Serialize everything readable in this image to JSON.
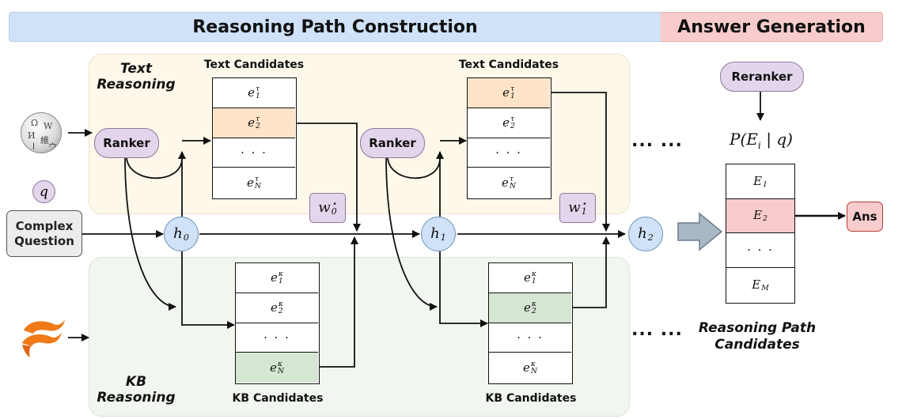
{
  "header": {
    "left_title": "Reasoning Path Construction",
    "right_title": "Answer Generation"
  },
  "text_region": {
    "label_line1": "Text",
    "label_line2": "Reasoning"
  },
  "kb_region": {
    "label_line1": "KB",
    "label_line2": "Reasoning"
  },
  "ranker_label": "Ranker",
  "reranker_label": "Reranker",
  "text_candidates_title": "Text Candidates",
  "kb_candidates_title": "KB Candidates",
  "text_candidates_1": [
    {
      "label": "e1τ",
      "highlight": false
    },
    {
      "label": "e2τ",
      "highlight": true
    },
    {
      "label": "···",
      "highlight": false
    },
    {
      "label": "eNτ",
      "highlight": false
    }
  ],
  "text_candidates_2": [
    {
      "label": "e1τ",
      "highlight": true
    },
    {
      "label": "e2τ",
      "highlight": false
    },
    {
      "label": "···",
      "highlight": false
    },
    {
      "label": "eNτ",
      "highlight": false
    }
  ],
  "kb_candidates_1": [
    {
      "label": "e1κ",
      "highlight": false
    },
    {
      "label": "e2κ",
      "highlight": false
    },
    {
      "label": "···",
      "highlight": false
    },
    {
      "label": "eNκ",
      "highlight": true
    }
  ],
  "kb_candidates_2": [
    {
      "label": "e1κ",
      "highlight": false
    },
    {
      "label": "e2κ",
      "highlight": true
    },
    {
      "label": "···",
      "highlight": false
    },
    {
      "label": "eNκ",
      "highlight": false
    }
  ],
  "hidden_states": [
    "h0",
    "h1",
    "h2"
  ],
  "weights": [
    "w0⋆",
    "w1⋆"
  ],
  "query_symbol": "q",
  "complex_question": {
    "line1": "Complex",
    "line2": "Question"
  },
  "ellipsis": "... ...",
  "probability": "P(Ei | q)",
  "path_candidates": [
    {
      "label": "E1",
      "highlight": false
    },
    {
      "label": "E2",
      "highlight": true
    },
    {
      "label": "···",
      "highlight": false
    },
    {
      "label": "EM",
      "highlight": false
    }
  ],
  "path_candidates_label": {
    "line1": "Reasoning Path",
    "line2": "Candidates"
  },
  "answer_label": "Ans",
  "icons": [
    "wikipedia-globe-icon",
    "freebase-logo-icon"
  ],
  "colors": {
    "text_highlight": "#fde4c8",
    "kb_highlight": "#d5e6d2",
    "path_highlight": "#f8cccc",
    "node_fill": "#cfe2f8",
    "ranker_fill": "#e3d5ec"
  }
}
